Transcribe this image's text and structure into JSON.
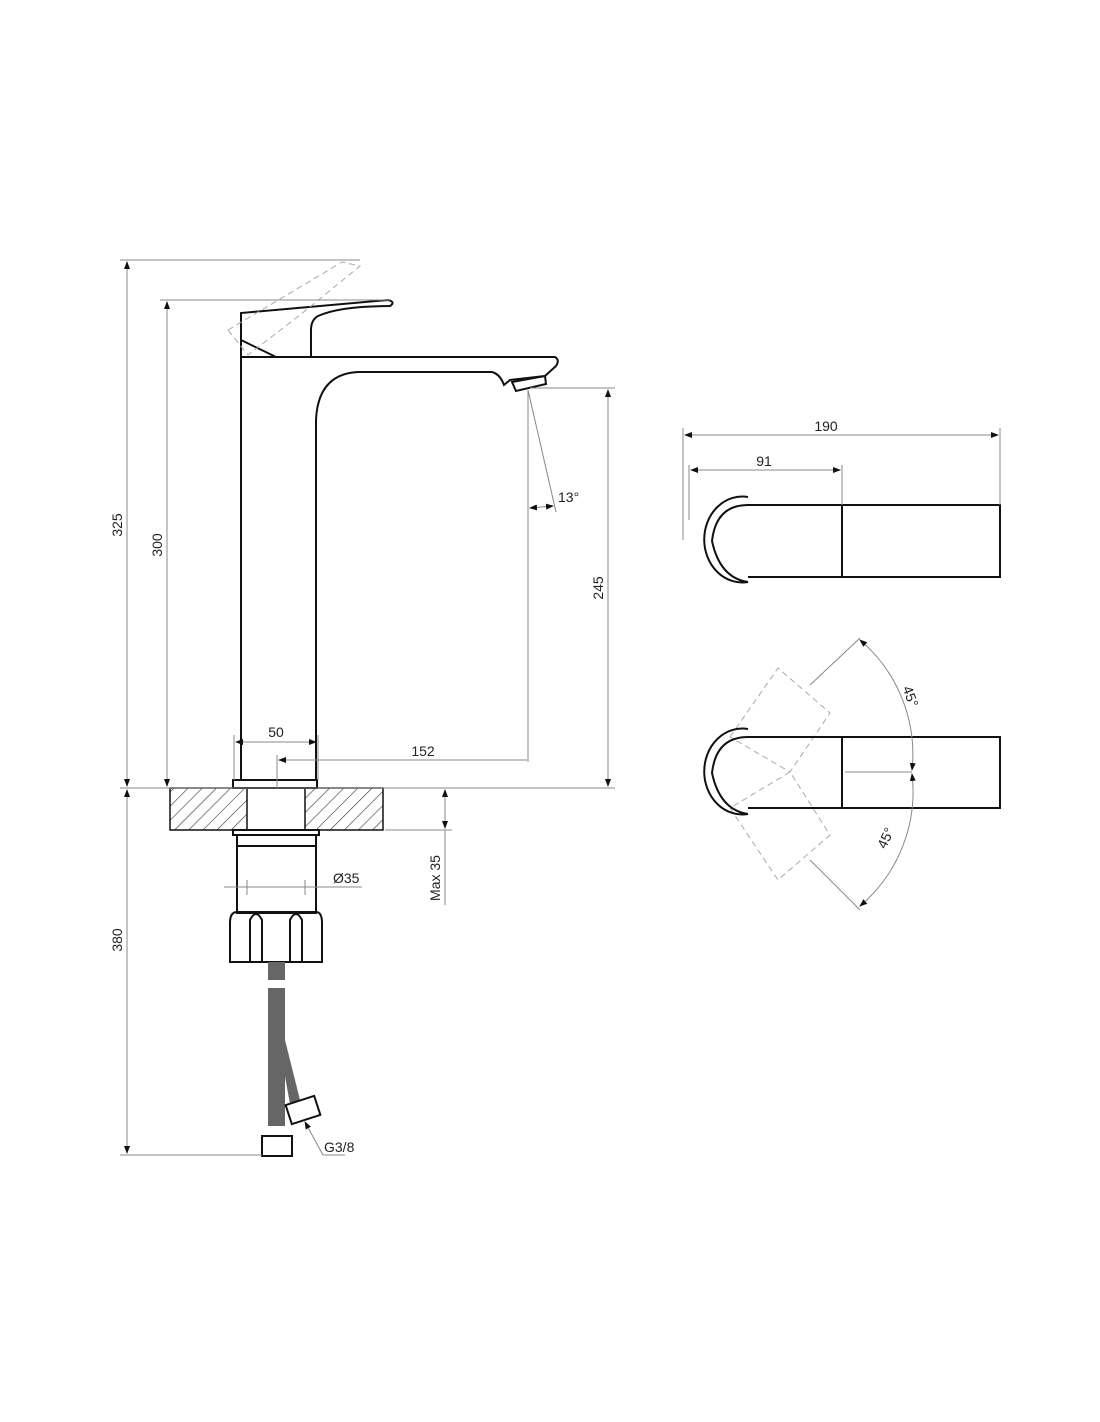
{
  "drawing": {
    "side_view": {
      "dims": {
        "total_height": "325",
        "body_height": "300",
        "spout_height": "245",
        "spout_angle": "13°",
        "body_width": "50",
        "spout_reach": "152",
        "shank_diameter": "Ø35",
        "max_counter_thickness": "Max 35",
        "hose_length": "380",
        "hose_thread": "G3/8"
      }
    },
    "top_view": {
      "dims": {
        "total_length": "190",
        "handle_length": "91"
      }
    },
    "rotation_view": {
      "dims": {
        "angle_up": "45°",
        "angle_down": "45°"
      }
    }
  }
}
